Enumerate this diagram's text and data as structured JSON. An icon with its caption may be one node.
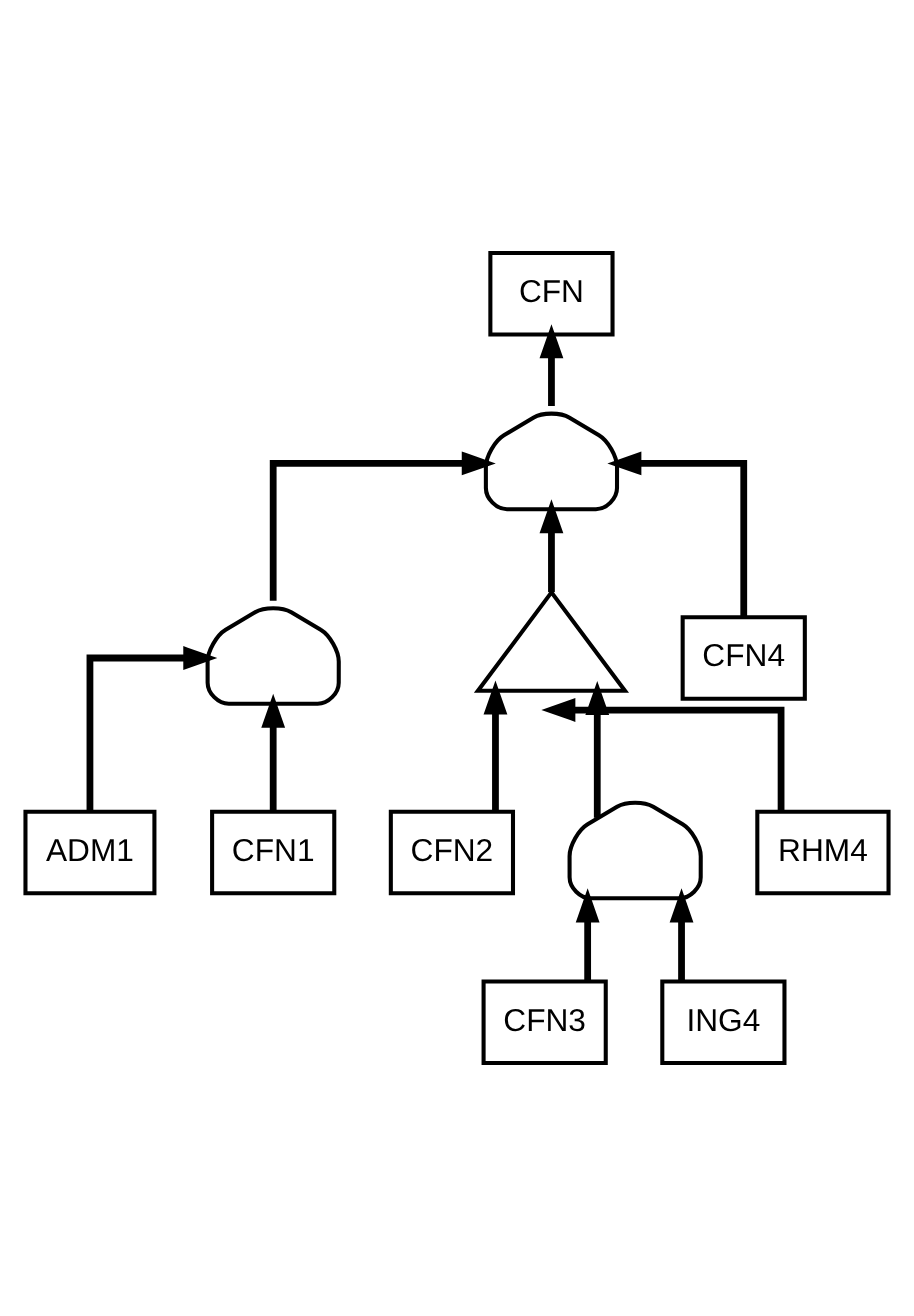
{
  "diagram": {
    "nodes": [
      {
        "text": [
          "CFN"
        ]
      },
      {
        "text": [],
        "shape": "and-gate"
      },
      {
        "text": [],
        "shape": "and-gate"
      },
      {
        "text": [],
        "shape": "or-gate"
      },
      {
        "text": [
          "CFN4"
        ]
      },
      {
        "text": [
          "ADM1"
        ]
      },
      {
        "text": [
          "CFN1"
        ]
      },
      {
        "text": [
          "CFN2"
        ]
      },
      {
        "text": [],
        "shape": "and-gate"
      },
      {
        "text": [
          "RHM4"
        ]
      },
      {
        "text": [
          "CFN3"
        ]
      },
      {
        "text": [
          "ING4"
        ]
      }
    ],
    "edges": [
      {
        "from": 1,
        "to": 0,
        "arrow": "to"
      },
      {
        "from": 2,
        "to": 1,
        "arrow": "to"
      },
      {
        "from": 3,
        "to": 1,
        "arrow": "to"
      },
      {
        "from": 4,
        "to": 1,
        "arrow": "to"
      },
      {
        "from": 5,
        "to": 2,
        "arrow": "to"
      },
      {
        "from": 6,
        "to": 2,
        "arrow": "to"
      },
      {
        "from": 8,
        "to": 3,
        "arrow": "to"
      },
      {
        "from": 7,
        "to": 3,
        "arrow": "to"
      },
      {
        "from": 9,
        "to": 3,
        "arrow": "to"
      },
      {
        "from": 10,
        "to": 8,
        "arrow": "to"
      },
      {
        "from": 11,
        "to": 8,
        "arrow": "to"
      }
    ]
  }
}
